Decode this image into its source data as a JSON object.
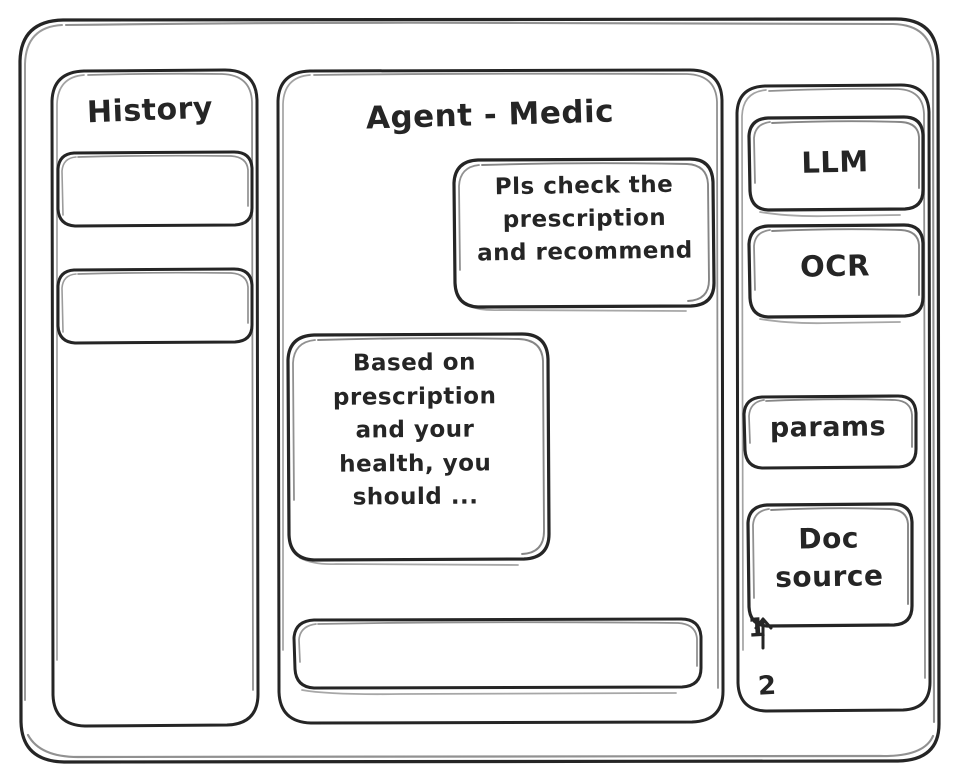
{
  "window": {
    "style": "hand-drawn-wireframe",
    "stroke_color": "#252525",
    "background_color": "#ffffff"
  },
  "sidebar_left": {
    "title": "History",
    "items": [
      {
        "label": ""
      },
      {
        "label": ""
      }
    ]
  },
  "main": {
    "title": "Agent - Medic",
    "messages": [
      {
        "role": "user",
        "text": "Pls check the\nprescription\nand recommend"
      },
      {
        "role": "agent",
        "text": "Based on\nprescription\nand your\nhealth, you\nshould ..."
      }
    ],
    "composer": {
      "value": "",
      "placeholder": ""
    }
  },
  "sidebar_right": {
    "tools": [
      {
        "label": "LLM"
      },
      {
        "label": "OCR"
      },
      {
        "label": "params"
      },
      {
        "label": "Doc\nsource"
      }
    ],
    "sources": [
      {
        "label": "1"
      },
      {
        "label": "2"
      }
    ]
  }
}
